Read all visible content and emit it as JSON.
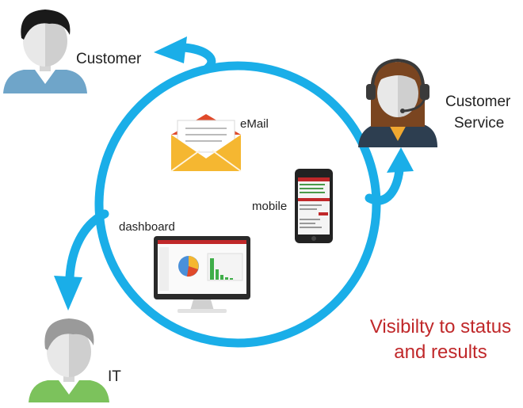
{
  "labels": {
    "customer": "Customer",
    "customer_service_line1": "Customer",
    "customer_service_line2": "Service",
    "it": "IT",
    "email": "eMail",
    "mobile": "mobile",
    "dashboard": "dashboard"
  },
  "caption": {
    "line1": "Visibilty to status",
    "line2": "and results"
  },
  "colors": {
    "cycle": "#1aaee8",
    "caption": "#c0282a",
    "envelope": "#f5b731",
    "envelope_flap": "#e04a2a",
    "shirt_customer": "#6fa5c9",
    "shirt_service": "#2d3e50",
    "shirt_it": "#7cc25c"
  },
  "icons": {
    "customer": "customer-avatar-icon",
    "customer_service": "headset-agent-avatar-icon",
    "it": "it-avatar-icon",
    "email": "envelope-icon",
    "mobile": "smartphone-icon",
    "dashboard": "monitor-dashboard-icon"
  }
}
